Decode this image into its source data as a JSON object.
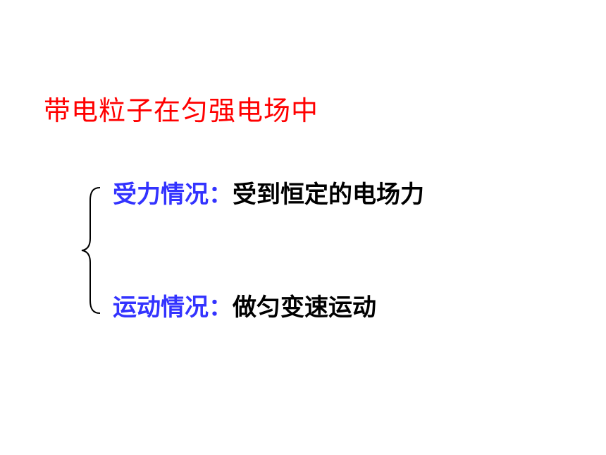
{
  "title": "带电粒子在匀强电场中",
  "rows": [
    {
      "label": "受力情况：",
      "value": "受到恒定的电场力"
    },
    {
      "label": "运动情况：",
      "value": "做匀变速运动"
    }
  ],
  "colors": {
    "title": "#ff0000",
    "label": "#3333ff",
    "value": "#000000"
  }
}
